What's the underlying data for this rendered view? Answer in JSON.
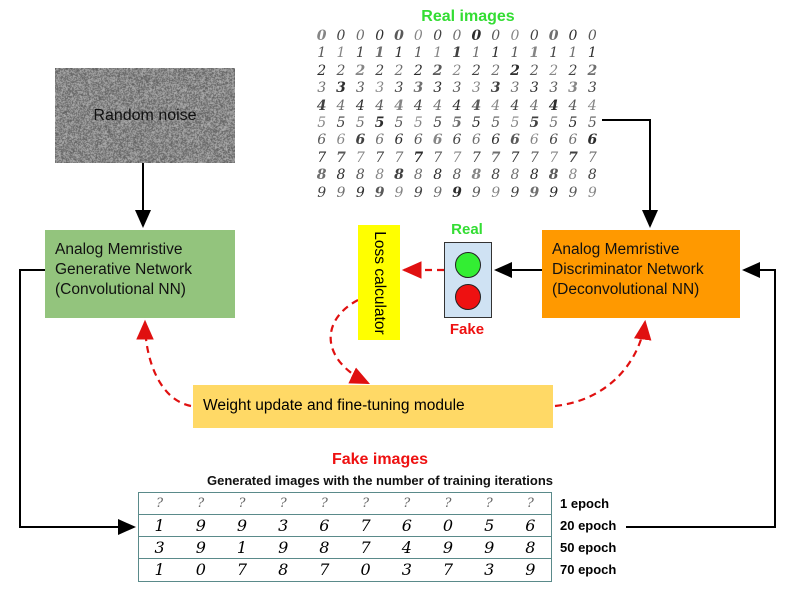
{
  "noise_label": "Random noise",
  "generator": {
    "line1": "Analog Memristive",
    "line2": "Generative Network",
    "line3": "(Convolutional NN)"
  },
  "discriminator": {
    "line1": "Analog Memristive",
    "line2": "Discriminator Network",
    "line3": "(Deconvolutional NN)"
  },
  "real_title": "Real images",
  "real_label": "Real",
  "fake_label": "Fake",
  "loss_label": "Loss calculator",
  "weight_label": "Weight update and fine-tuning module",
  "fake_title": "Fake images",
  "fake_subtitle": "Generated images with the number of training iterations",
  "fake_rows": [
    {
      "epoch": "1 epoch",
      "digits": [
        "?",
        "?",
        "?",
        "?",
        "?",
        "?",
        "?",
        "?",
        "?",
        "?"
      ]
    },
    {
      "epoch": "20 epoch",
      "digits": [
        "1",
        "9",
        "9",
        "3",
        "6",
        "7",
        "6",
        "0",
        "5",
        "6"
      ]
    },
    {
      "epoch": "50 epoch",
      "digits": [
        "3",
        "9",
        "1",
        "9",
        "8",
        "7",
        "4",
        "9",
        "9",
        "8"
      ]
    },
    {
      "epoch": "70 epoch",
      "digits": [
        "1",
        "0",
        "7",
        "8",
        "7",
        "0",
        "3",
        "7",
        "3",
        "9"
      ]
    }
  ],
  "colors": {
    "generator": "#93c47d",
    "discriminator": "#ff9900",
    "loss": "#ffff00",
    "weight": "#ffd966",
    "real": "#33dd33",
    "fake": "#ee1111"
  }
}
